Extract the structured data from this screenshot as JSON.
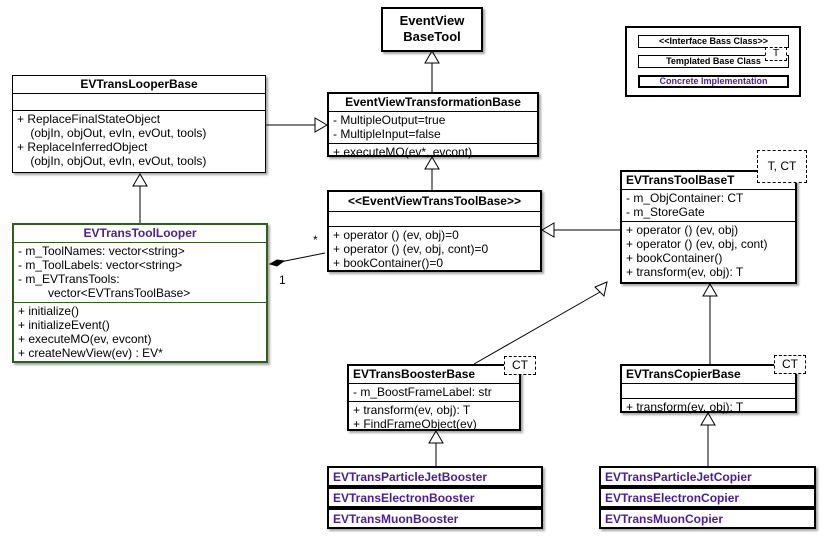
{
  "legend": {
    "interface": "<<Interface Bass Class>>",
    "templated": "Templated Base Class",
    "templated_marker": "T",
    "concrete": "Concrete Implementation"
  },
  "classes": {
    "event_view_base_tool": {
      "name_line1": "EventView",
      "name_line2": "BaseTool"
    },
    "ev_trans_looper_base": {
      "name": "EVTransLooperBase",
      "methods": [
        "+ ReplaceFinalStateObject",
        "    (objIn, objOut, evIn, evOut, tools)",
        "+ ReplaceInferredObject",
        "    (objIn, objOut, evIn, evOut, tools)"
      ]
    },
    "event_view_transformation_base": {
      "name": "EventViewTransformationBase",
      "attributes": [
        "- MultipleOutput=true",
        "- MultipleInput=false"
      ],
      "methods": [
        "+ executeMO(ev*, evcont)"
      ]
    },
    "event_view_trans_tool_base": {
      "name": "<<EventViewTransToolBase>>",
      "methods": [
        "+ operator () (ev, obj)=0",
        "+ operator () (ev, obj, cont)=0",
        "+ bookContainer()=0"
      ]
    },
    "ev_trans_tool_looper": {
      "name": "EVTransToolLooper",
      "attributes": [
        "- m_ToolNames: vector<string>",
        "- m_ToolLabels: vector<string>",
        "- m_EVTransTools:",
        "         vector<EVTransToolBase>"
      ],
      "methods": [
        "+ initialize()",
        "+ initializeEvent()",
        "+ executeMO(ev, evcont)",
        "+ createNewView(ev) : EV*"
      ]
    },
    "ev_trans_tool_base_t": {
      "name": "EVTransToolBaseT",
      "template": "T, CT",
      "attributes": [
        "- m_ObjContainer: CT",
        "- m_StoreGate"
      ],
      "methods": [
        "+ operator () (ev, obj)",
        "+ operator () (ev, obj, cont)",
        "+ bookContainer()",
        "+ transform(ev, obj): T"
      ]
    },
    "ev_trans_booster_base": {
      "name": "EVTransBoosterBase",
      "template": "CT",
      "attributes": [
        "- m_BoostFrameLabel: str"
      ],
      "methods": [
        "+ transform(ev, obj): T",
        "+ FindFrameObject(ev)"
      ]
    },
    "ev_trans_copier_base": {
      "name": "EVTransCopierBase",
      "template": "CT",
      "methods": [
        "+ transform(ev, obj): T"
      ]
    }
  },
  "multiplicities": {
    "many": "*",
    "one": "1"
  },
  "boosters": [
    "EVTransParticleJetBooster",
    "EVTransElectronBooster",
    "EVTransMuonBooster"
  ],
  "copiers": [
    "EVTransParticleJetCopier",
    "EVTransElectronCopier",
    "EVTransMuonCopier"
  ]
}
